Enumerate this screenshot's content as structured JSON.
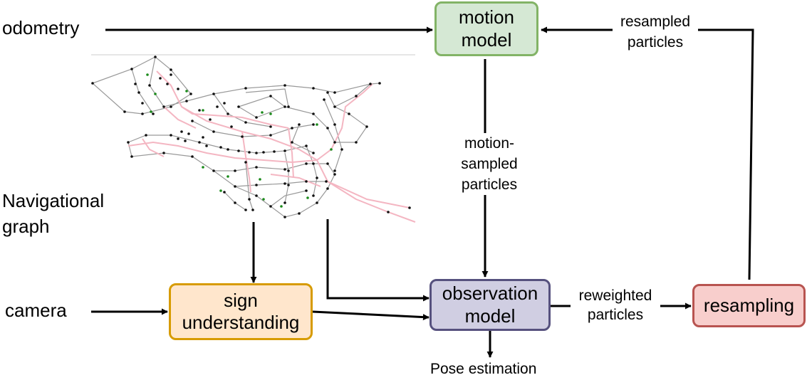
{
  "inputs": {
    "odometry": "odometry",
    "navigational_graph": [
      "Navigational",
      "graph"
    ],
    "camera": "camera"
  },
  "blocks": {
    "motion_model": {
      "lines": [
        "motion",
        "model"
      ],
      "fill": "#d5e8d4",
      "stroke": "#82b366"
    },
    "sign_understanding": {
      "lines": [
        "sign",
        "understanding"
      ],
      "fill": "#ffe6cc",
      "stroke": "#d79b00"
    },
    "observation_model": {
      "lines": [
        "observation",
        "model"
      ],
      "fill": "#d0cee2",
      "stroke": "#56517e"
    },
    "resampling": {
      "lines": [
        "resampling"
      ],
      "fill": "#f8cecc",
      "stroke": "#b85450"
    }
  },
  "edge_labels": {
    "resampled": [
      "resampled",
      "particles"
    ],
    "motion_sampled": [
      "motion-",
      "sampled",
      "particles"
    ],
    "reweighted": [
      "reweighted",
      "particles"
    ]
  },
  "output": {
    "pose": "Pose estimation"
  },
  "colors": {
    "edge": "#000000",
    "graph_edges": "#999999",
    "graph_paths": "#f4b6c2",
    "graph_nodes": "#111111",
    "graph_markers": "#1a8a1a"
  }
}
